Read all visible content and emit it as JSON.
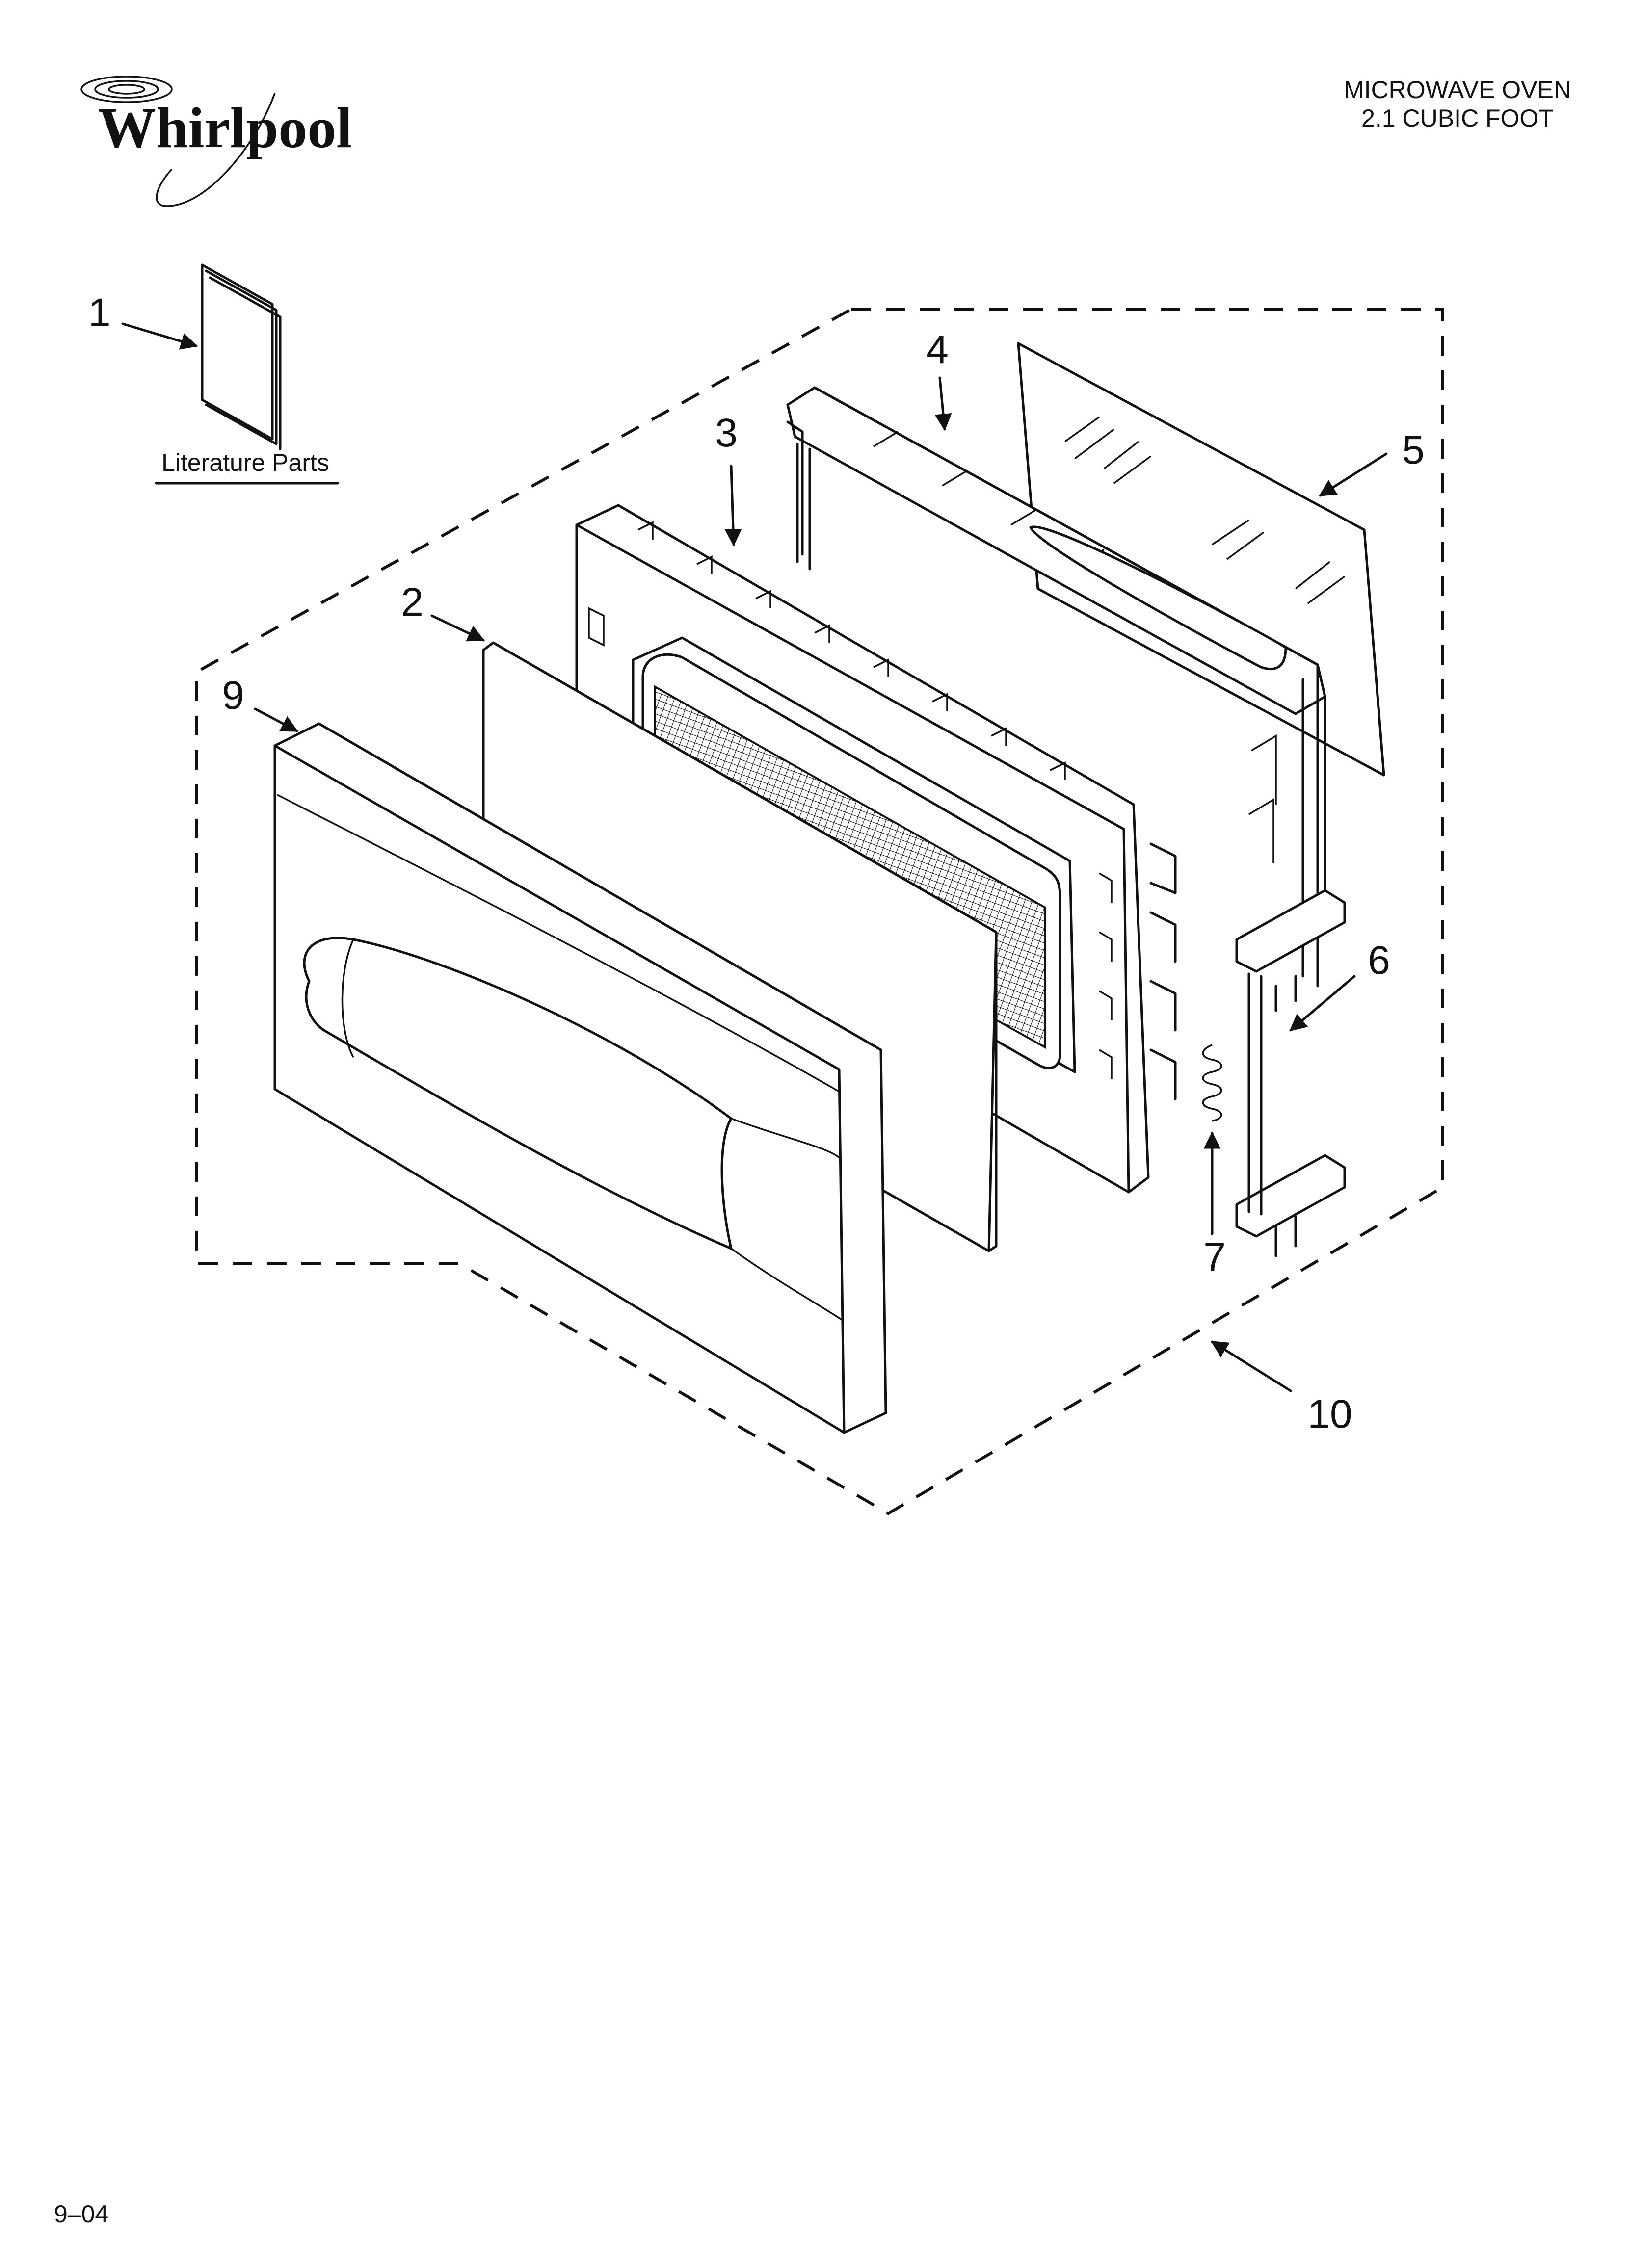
{
  "header": {
    "brand": "Whirlpool",
    "title_line1": "MICROWAVE OVEN",
    "title_line2": "2.1 CUBIC FOOT"
  },
  "diagram": {
    "literature_label": "Literature Parts",
    "callouts": [
      "1",
      "2",
      "3",
      "4",
      "5",
      "6",
      "7",
      "9",
      "10"
    ]
  },
  "footer": {
    "code": "9–04"
  }
}
